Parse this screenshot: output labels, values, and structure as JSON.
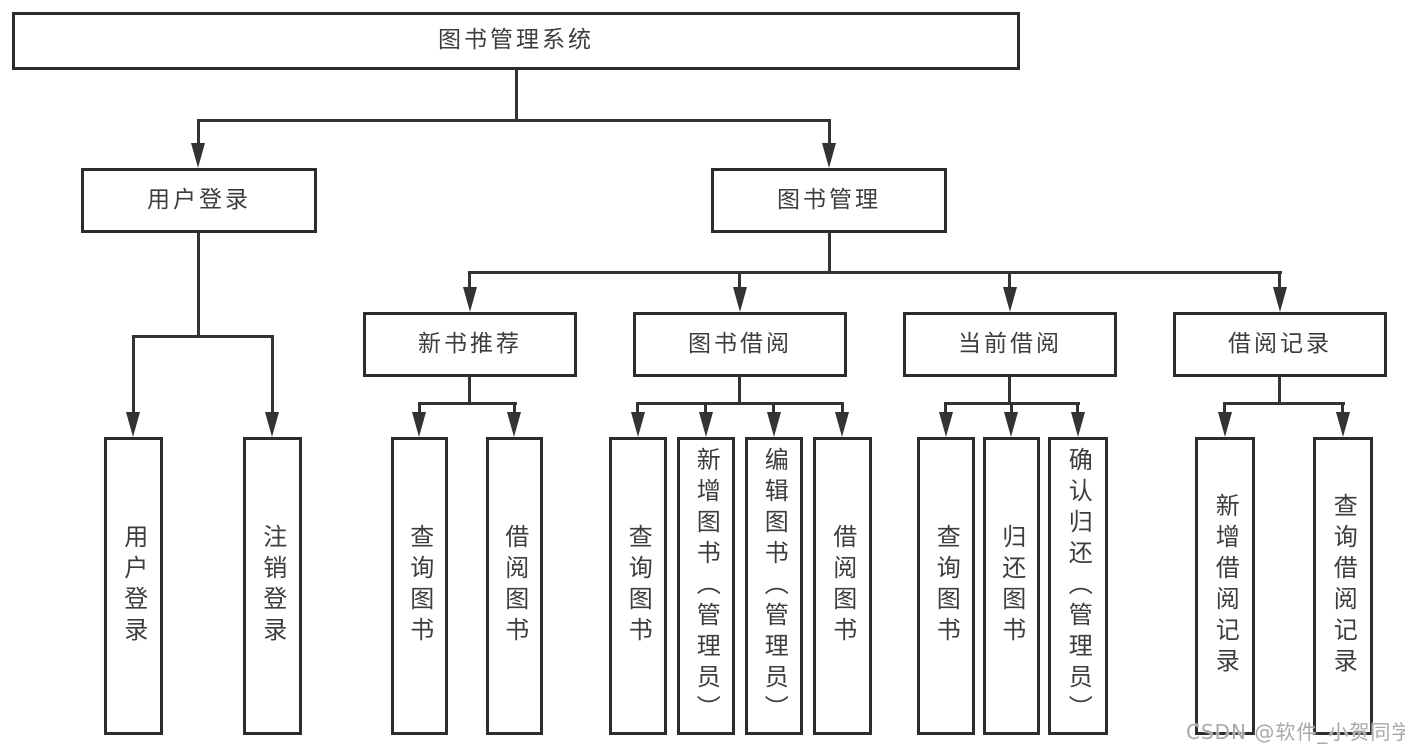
{
  "diagram_title": "图书管理系统",
  "tree": {
    "label": "图书管理系统",
    "children": [
      {
        "label": "用户登录",
        "children": [
          {
            "label": "用户登录"
          },
          {
            "label": "注销登录"
          }
        ]
      },
      {
        "label": "图书管理",
        "children": [
          {
            "label": "新书推荐",
            "children": [
              {
                "label": "查询图书"
              },
              {
                "label": "借阅图书"
              }
            ]
          },
          {
            "label": "图书借阅",
            "children": [
              {
                "label": "查询图书"
              },
              {
                "label": "新增图书（管理员）"
              },
              {
                "label": "编辑图书（管理员）"
              },
              {
                "label": "借阅图书"
              }
            ]
          },
          {
            "label": "当前借阅",
            "children": [
              {
                "label": "查询图书"
              },
              {
                "label": "归还图书"
              },
              {
                "label": "确认归还（管理员）"
              }
            ]
          },
          {
            "label": "借阅记录",
            "children": [
              {
                "label": "新增借阅记录"
              },
              {
                "label": "查询借阅记录"
              }
            ]
          }
        ]
      }
    ]
  },
  "watermark": {
    "text": "CSDN @软件_小贺同学"
  },
  "colors": {
    "background": "#ffffff",
    "box_fill": "#ffffff",
    "box_border": "#2c2c2c",
    "connector_line": "#333333",
    "text": "#3d3d3d",
    "watermark": "#a9a9a9"
  }
}
